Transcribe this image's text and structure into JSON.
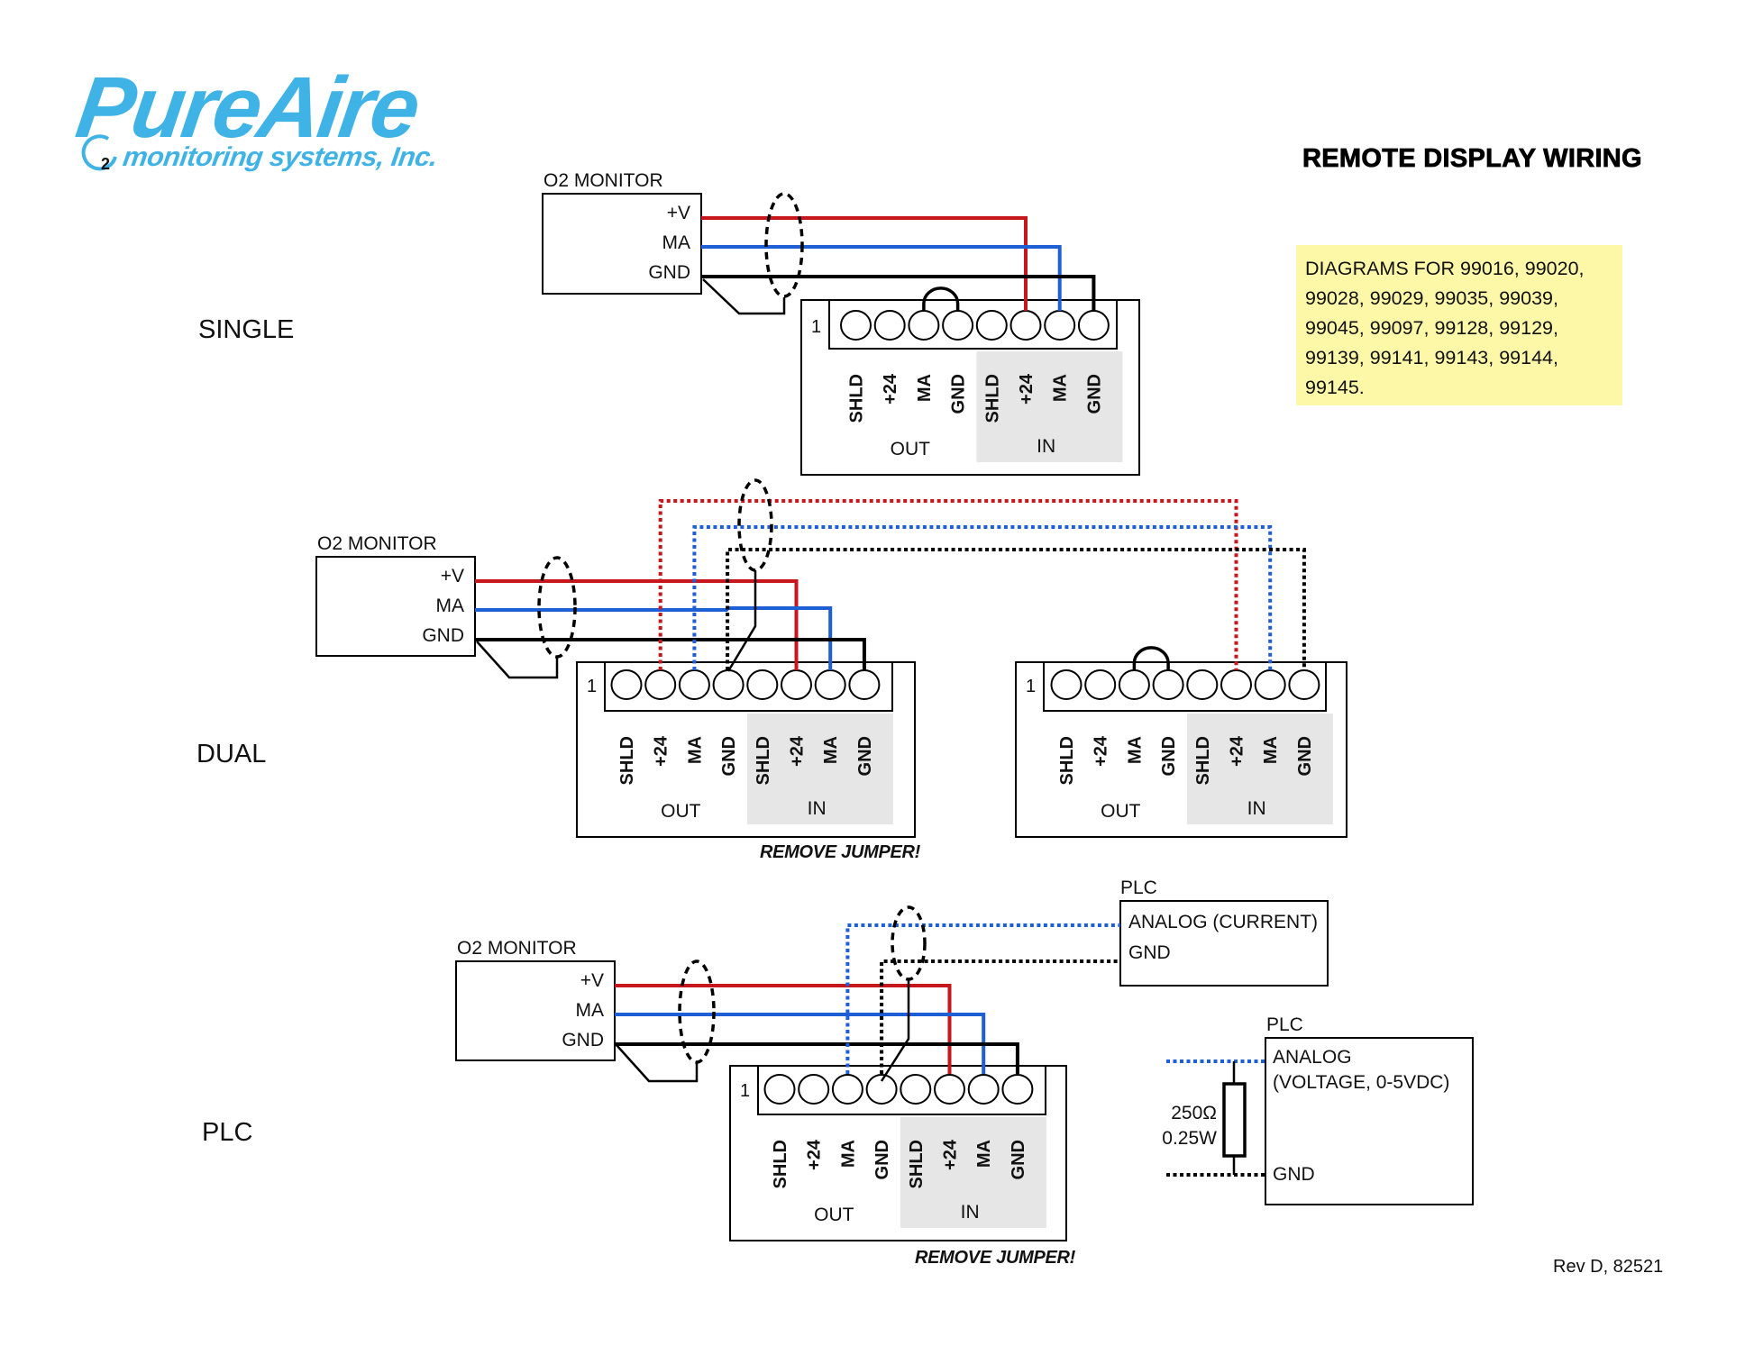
{
  "logo": {
    "brand": "PureAire",
    "tagline": "monitoring systems, Inc.",
    "mark": "O2",
    "color": "#3fb3e6"
  },
  "title": "REMOTE DISPLAY WIRING",
  "note": "DIAGRAMS FOR 99016, 99020, 99028, 99029, 99035, 99039, 99045, 99097, 99128, 99129, 99139, 99141, 99143, 99144, 99145.",
  "colors": {
    "power_wire": "#c8161d",
    "signal_wire": "#1f5fd6",
    "ground_wire": "#000000",
    "note_background": "#fdf8a8",
    "input_zone": "#e6e6e6"
  },
  "monitor": {
    "label": "O2 MONITOR",
    "terminals": [
      "+V",
      "MA",
      "GND"
    ]
  },
  "terminal_block": {
    "pin1_label": "1",
    "pins": [
      "SHLD",
      "+24",
      "MA",
      "GND",
      "SHLD",
      "+24",
      "MA",
      "GND"
    ],
    "out_label": "OUT",
    "in_label": "IN"
  },
  "sections": {
    "single": {
      "label": "SINGLE"
    },
    "dual": {
      "label": "DUAL",
      "warning": "REMOVE JUMPER!"
    },
    "plc": {
      "label": "PLC",
      "warning": "REMOVE JUMPER!",
      "plc_current": {
        "title": "PLC",
        "lines": [
          "ANALOG (CURRENT)",
          "GND"
        ]
      },
      "plc_voltage": {
        "title": "PLC",
        "lines": [
          "ANALOG",
          "(VOLTAGE, 0-5VDC)",
          "GND"
        ]
      },
      "resistor": {
        "value": "250Ω",
        "power": "0.25W"
      }
    }
  },
  "revision": "Rev D, 82521"
}
